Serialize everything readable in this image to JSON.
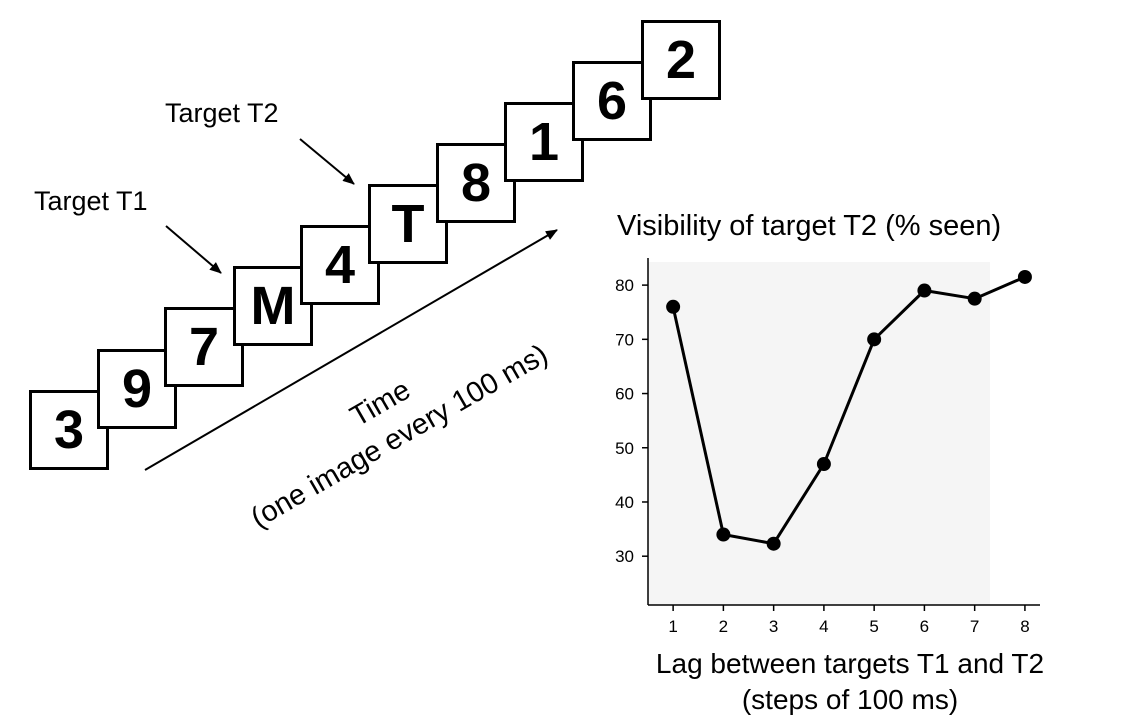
{
  "sequence": {
    "items": [
      "3",
      "9",
      "7",
      "M",
      "4",
      "T",
      "8",
      "1",
      "6",
      "2"
    ],
    "target_t1_label": "Target T1",
    "target_t2_label": "Target T2",
    "time_label": "Time",
    "time_sublabel": "(one image every 100 ms)"
  },
  "chart": {
    "title": "Visibility of target T2 (% seen)",
    "xlabel_line1": "Lag between targets T1 and T2",
    "xlabel_line2": "(steps of 100 ms)"
  },
  "chart_data": {
    "type": "line",
    "title": "Visibility of target T2 (% seen)",
    "xlabel": "Lag between targets T1 and T2 (steps of 100 ms)",
    "ylabel": "",
    "x": [
      1,
      2,
      3,
      4,
      5,
      6,
      7,
      8
    ],
    "y": [
      76,
      34,
      32.3,
      47,
      70,
      79,
      77.5,
      81.5
    ],
    "xticks": [
      1,
      2,
      3,
      4,
      5,
      6,
      7,
      8
    ],
    "yticks": [
      30,
      40,
      50,
      60,
      70,
      80
    ],
    "xlim": [
      0.5,
      8.3
    ],
    "ylim": [
      21,
      85
    ],
    "grid": false,
    "markers": true,
    "color": "#000000"
  }
}
